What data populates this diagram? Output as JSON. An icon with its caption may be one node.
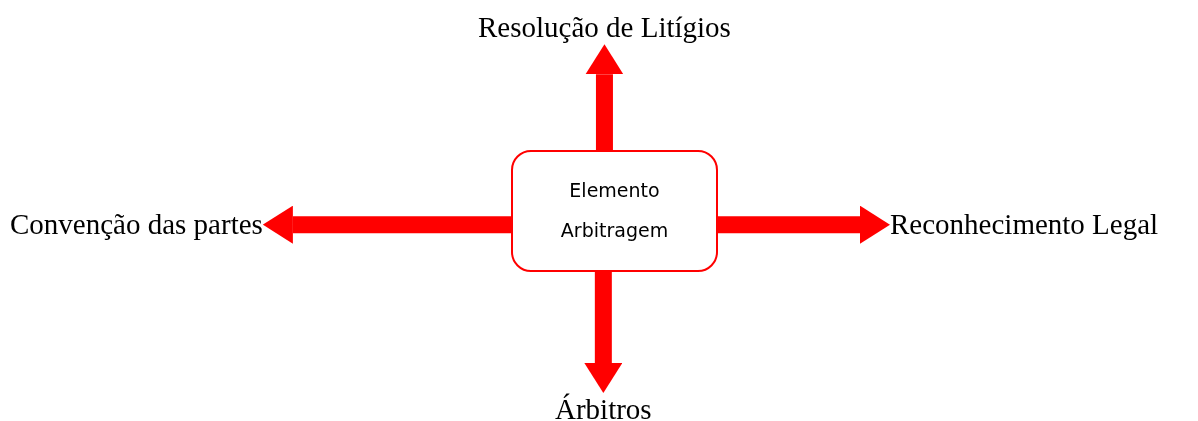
{
  "diagram": {
    "nodes": [
      {
        "text": [
          "Elemento Arbitragem"
        ]
      },
      {
        "text": [
          "Resolução de Litígios"
        ]
      },
      {
        "text": [
          "Convenção das partes"
        ]
      },
      {
        "text": [
          "Reconhecimento Legal"
        ]
      },
      {
        "text": [
          "Árbitros"
        ]
      }
    ],
    "edges": [
      {
        "from": 0,
        "to": 1,
        "arrow": "to"
      },
      {
        "from": 0,
        "to": 2,
        "arrow": "to"
      },
      {
        "from": 0,
        "to": 3,
        "arrow": "to"
      },
      {
        "from": 0,
        "to": 4,
        "arrow": "to"
      }
    ]
  }
}
